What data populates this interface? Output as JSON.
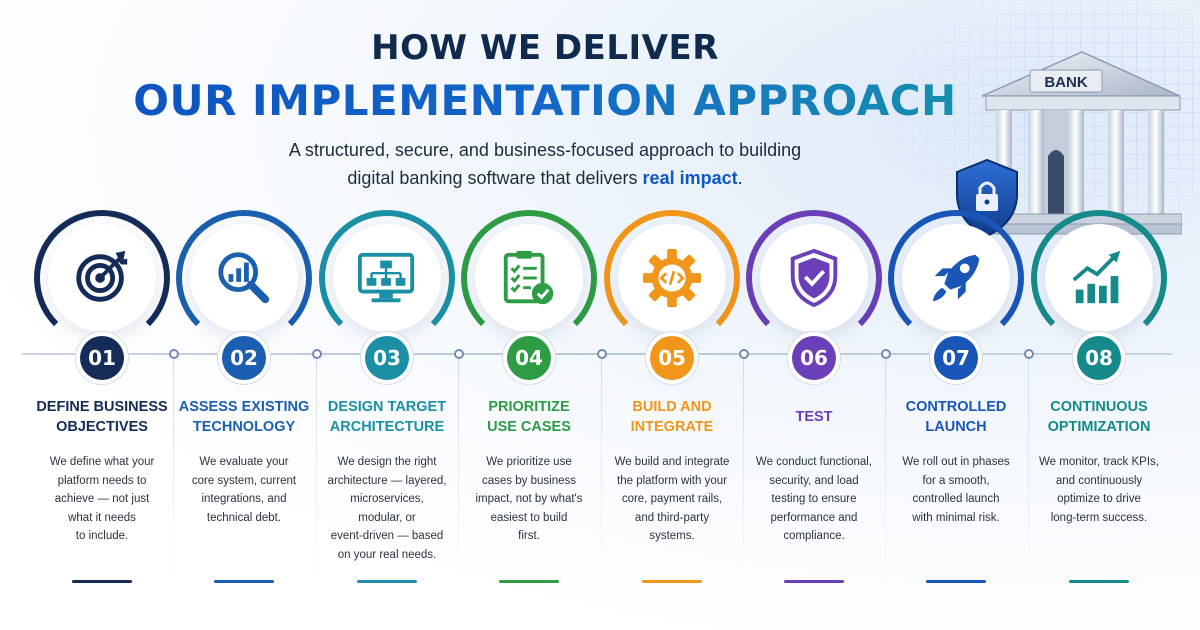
{
  "header": {
    "kicker": "HOW WE DELIVER",
    "title": "OUR IMPLEMENTATION APPROACH",
    "subtitle_line1": "A structured, secure, and business-focused approach to building",
    "subtitle_line2_prefix": "digital banking software that delivers ",
    "subtitle_line2_highlight": "real impact",
    "subtitle_line2_suffix": "."
  },
  "illustration": {
    "bank_label": "BANK",
    "icons": [
      "bank-building-icon",
      "shield-lock-icon"
    ]
  },
  "steps": [
    {
      "number": "01",
      "title_line1": "DEFINE BUSINESS",
      "title_line2": "OBJECTIVES",
      "desc": [
        "We define what your",
        "platform needs to",
        "achieve — not just",
        "what it needs",
        "to include."
      ],
      "icon": "target-arrow-icon",
      "color": "#142c57"
    },
    {
      "number": "02",
      "title_line1": "ASSESS EXISTING",
      "title_line2": "TECHNOLOGY",
      "desc": [
        "We evaluate your",
        "core system, current",
        "integrations, and",
        "technical debt."
      ],
      "icon": "magnifier-chart-icon",
      "color": "#1b5fb0"
    },
    {
      "number": "03",
      "title_line1": "DESIGN TARGET",
      "title_line2": "ARCHITECTURE",
      "desc": [
        "We design the right",
        "architecture — layered,",
        "microservices,",
        "modular, or",
        "event-driven — based",
        "on your real needs."
      ],
      "icon": "monitor-hierarchy-icon",
      "color": "#1a8fa6"
    },
    {
      "number": "04",
      "title_line1": "PRIORITIZE",
      "title_line2": "USE CASES",
      "desc": [
        "We prioritize use",
        "cases by business",
        "impact, not by what's",
        "easiest to build",
        "first."
      ],
      "icon": "checklist-icon",
      "color": "#2e9b45"
    },
    {
      "number": "05",
      "title_line1": "BUILD AND",
      "title_line2": "INTEGRATE",
      "desc": [
        "We build and integrate",
        "the platform with your",
        "core, payment rails,",
        "and third-party",
        "systems."
      ],
      "icon": "gear-code-icon",
      "color": "#f0961a"
    },
    {
      "number": "06",
      "title_line1": "TEST",
      "title_line2": "",
      "desc": [
        "We conduct functional,",
        "security, and load",
        "testing to ensure",
        "performance and",
        "compliance."
      ],
      "icon": "shield-check-icon",
      "color": "#6a3fb8"
    },
    {
      "number": "07",
      "title_line1": "CONTROLLED",
      "title_line2": "LAUNCH",
      "desc": [
        "We roll out in phases",
        "for a smooth,",
        "controlled launch",
        "with minimal risk."
      ],
      "icon": "rocket-icon",
      "color": "#1a55b8"
    },
    {
      "number": "08",
      "title_line1": "CONTINUOUS",
      "title_line2": "OPTIMIZATION",
      "desc": [
        "We monitor, track KPIs,",
        "and continuously",
        "optimize to drive",
        "long-term success."
      ],
      "icon": "growth-chart-icon",
      "color": "#168a8a"
    }
  ]
}
